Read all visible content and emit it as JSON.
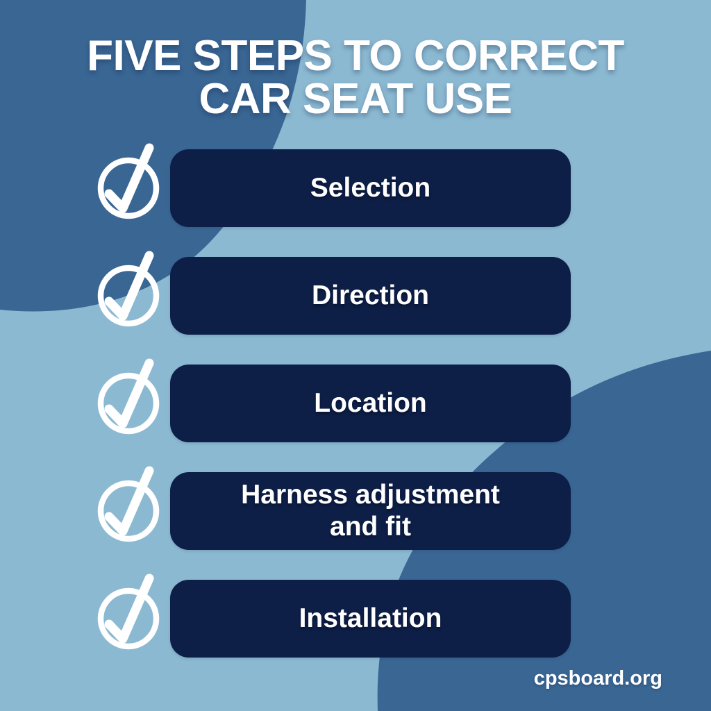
{
  "title": {
    "line1": "FIVE STEPS TO CORRECT",
    "line2": "CAR SEAT USE"
  },
  "steps": [
    {
      "label": "Selection"
    },
    {
      "label": "Direction"
    },
    {
      "label": "Location"
    },
    {
      "label": "Harness adjustment and fit"
    },
    {
      "label": "Installation"
    }
  ],
  "footer": {
    "website": "cpsboard.org"
  },
  "icons": {
    "step_marker": "check-circle-icon"
  },
  "colors": {
    "background_light": "#8CB9D2",
    "blob_blue": "#3A6694",
    "pill_navy": "#0D1E47",
    "text_white": "#FFFFFF"
  }
}
